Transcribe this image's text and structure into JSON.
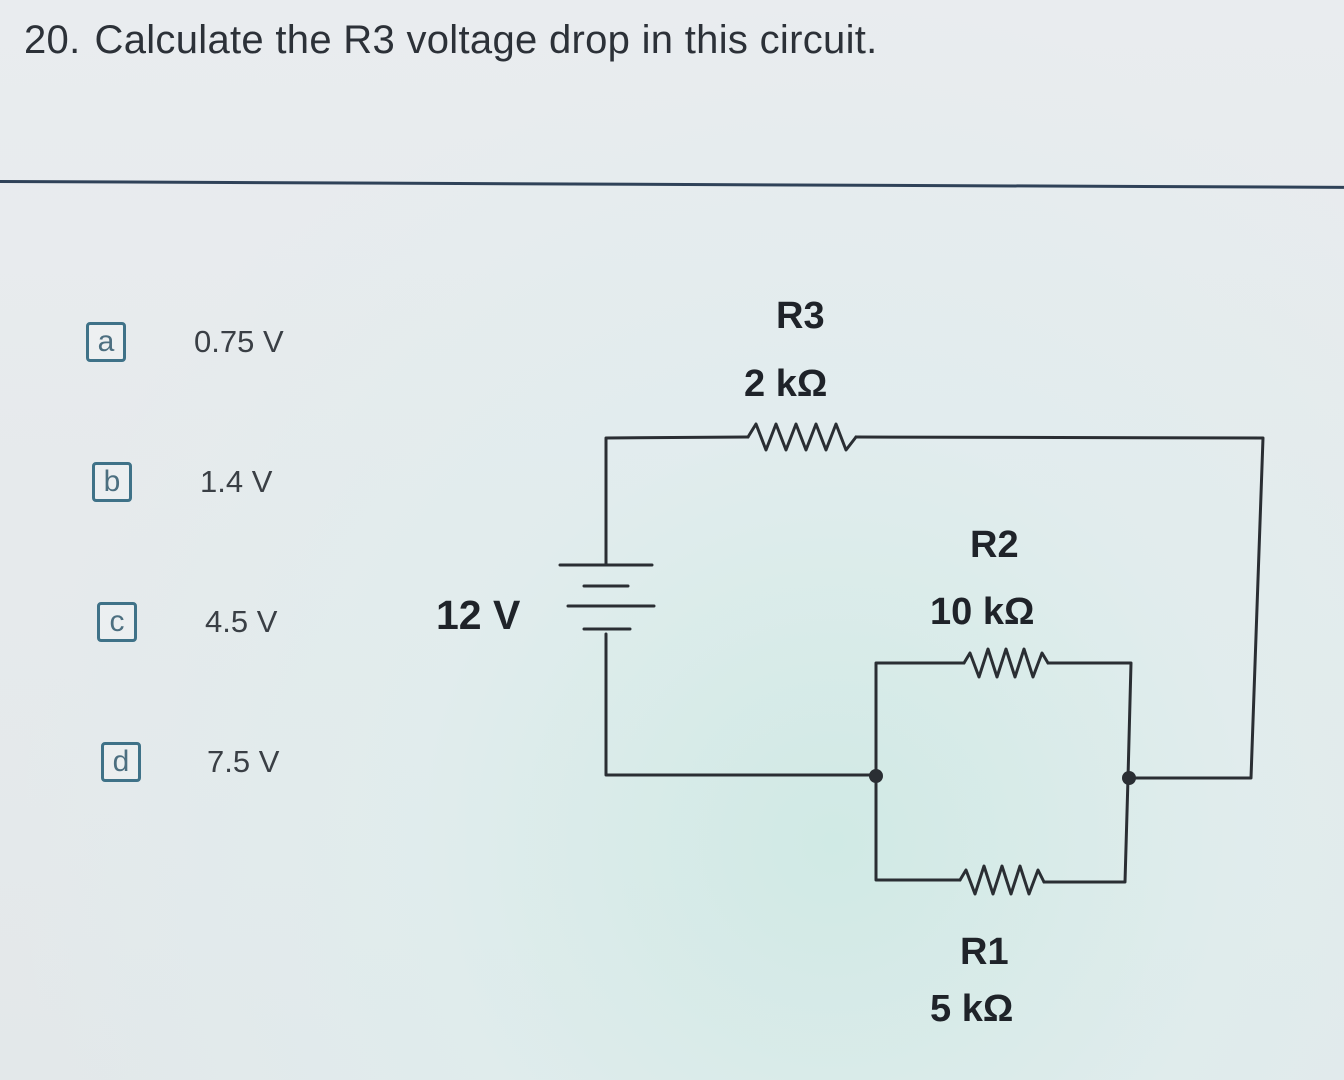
{
  "question": {
    "number": "20.",
    "text": "Calculate the R3 voltage drop in this circuit."
  },
  "options": [
    {
      "key": "a",
      "value": "0.75 V"
    },
    {
      "key": "b",
      "value": "1.4 V"
    },
    {
      "key": "c",
      "value": "4.5 V"
    },
    {
      "key": "d",
      "value": "7.5 V"
    }
  ],
  "circuit": {
    "source_voltage": "12 V",
    "r3": {
      "name": "R3",
      "value": "2 kΩ"
    },
    "r2": {
      "name": "R2",
      "value": "10 kΩ"
    },
    "r1": {
      "name": "R1",
      "value": "5 kΩ"
    }
  },
  "colors": {
    "accent": "#3f7288",
    "divider": "#2f4258",
    "wire": "#2a2e33"
  }
}
